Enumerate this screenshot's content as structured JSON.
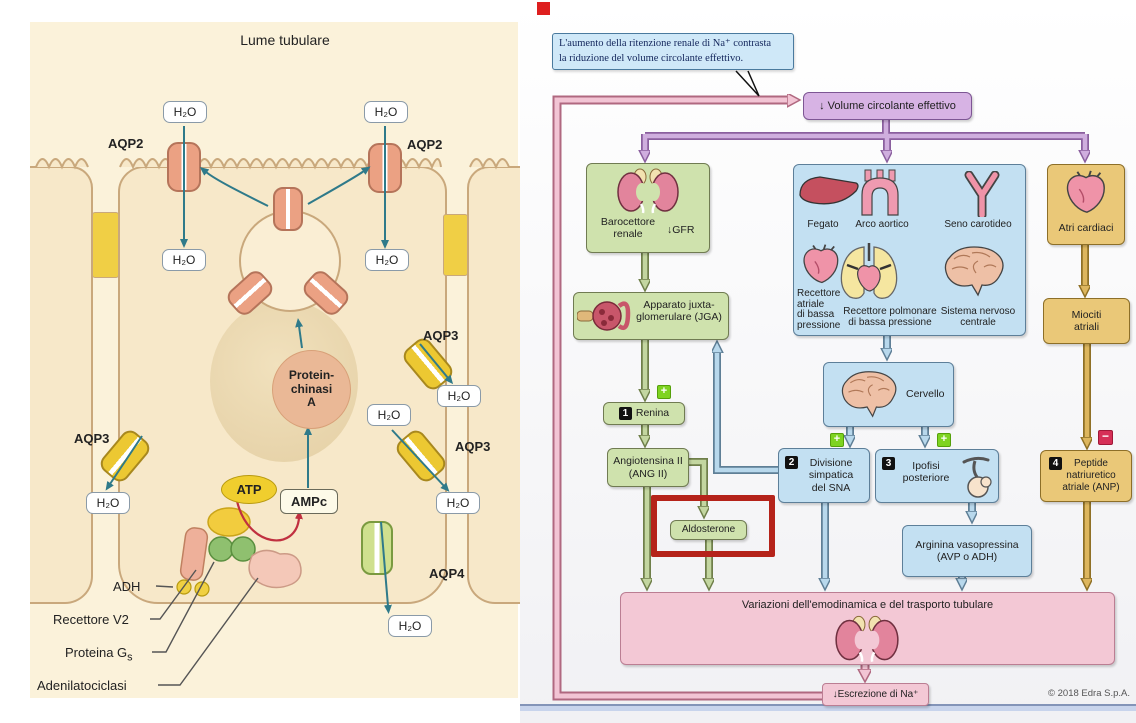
{
  "colors": {
    "purple_box": "#d7b3e4",
    "green_box": "#cfe2ad",
    "blue_box": "#c3e0f2",
    "tan_box": "#eac878",
    "pink_box": "#f3c8d5",
    "note_box": "#cfe8f8",
    "highlight_red": "#b5231a",
    "plus_badge": "#7ed321",
    "minus_badge": "#d63057",
    "left_panel_bg": "#fbf2da",
    "channel_salmon": "#eba183",
    "channel_gold": "#ecc832",
    "channel_green": "#cfe08e",
    "teal_arrow": "#2f7a8a"
  },
  "left_panel": {
    "title": "Lume tubulare",
    "h2o": "H₂O",
    "aqp2": "AQP2",
    "aqp3": "AQP3",
    "aqp4": "AQP4",
    "atp": "ATP",
    "ampc": "AMPc",
    "pka": "Protein-\nchinasi\nA",
    "adh": "ADH",
    "recettore_v2": "Recettore V2",
    "proteina_g": "Proteina G",
    "proteina_g_sub": "s",
    "adenilatociclasi": "Adenilatociclasi"
  },
  "right_panel": {
    "note": "L'aumento della ritenzione renale di Na⁺ contrasta\nla riduzione del volume circolante effettivo.",
    "volume": "↓ Volume circolante effettivo",
    "barocettore": "Barocettore\nrenale",
    "gfr": "↓GFR",
    "fegato": "Fegato",
    "arco_aortico": "Arco aortico",
    "seno_carotideo": "Seno carotideo",
    "recettore_atriale": "Recettore\natriale\ndi bassa\npressione",
    "recettore_polmonare": "Recettore polmonare\ndi bassa pressione",
    "sistema_nervoso": "Sistema nervoso\ncentrale",
    "atri_cardiaci": "Atri cardiaci",
    "jga": "Apparato juxta-\nglomerulare (JGA)",
    "renina_num": "1",
    "renina": "Renina",
    "angiotensina": "Angiotensina II\n(ANG II)",
    "aldosterone": "Aldosterone",
    "cervello": "Cervello",
    "divisione_num": "2",
    "divisione": "Divisione\nsimpatica\ndel SNA",
    "ipofisi_num": "3",
    "ipofisi": "Ipofisi\nposteriore",
    "avp": "Arginina vasopressina\n(AVP o ADH)",
    "miociti": "Miociti\natriali",
    "anp_num": "4",
    "anp": "Peptide\nnatriuretico\natriale (ANP)",
    "variazioni": "Variazioni dell'emodinamica e del trasporto tubulare",
    "escrezione": "↓Escrezione di Na⁺",
    "plus": "+",
    "minus": "−",
    "copyright": "© 2018 Edra S.p.A."
  }
}
